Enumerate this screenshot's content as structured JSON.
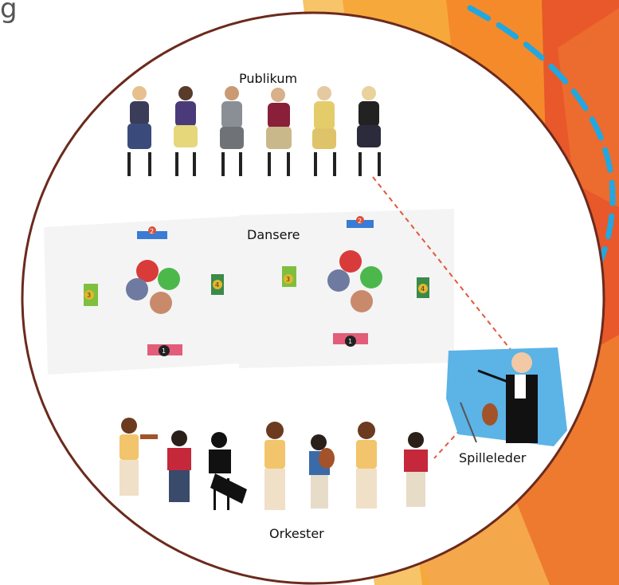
{
  "diagram": {
    "corner_glyph": "g",
    "labels": {
      "audience": "Publikum",
      "dancers": "Dansere",
      "conductor": "Spilleleder",
      "orchestra": "Orkester"
    },
    "dancer_numbers_left": [
      "2",
      "3",
      "4",
      "1"
    ],
    "dancer_numbers_right": [
      "2",
      "3",
      "4",
      "1"
    ]
  },
  "colors": {
    "bg_orange": "#f58a2a",
    "bg_red": "#e8582a",
    "bg_yellow": "#f7b733",
    "circle_border": "#6b2a1d",
    "dashed_red": "#e2583a",
    "arrow_blue": "#22a7e0",
    "conductor_bg": "#5bb3e6"
  },
  "icons": [
    "audience-people",
    "dancer-formation",
    "conductor-figure",
    "violinist",
    "accordionist",
    "flutist"
  ]
}
